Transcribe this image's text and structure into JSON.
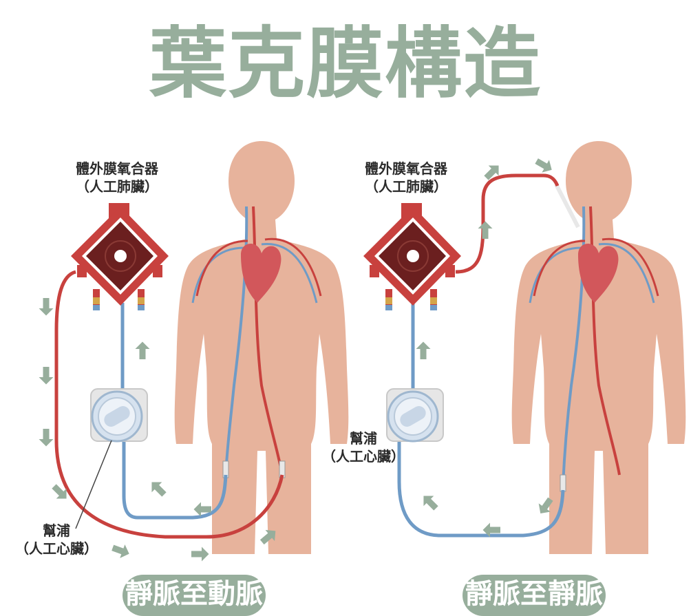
{
  "title": "葉克膜構造",
  "left_panel": {
    "oxygenator_label_line1": "體外膜氧合器",
    "oxygenator_label_line2": "（人工肺臟）",
    "pump_label_line1": "幫浦",
    "pump_label_line2": "（人工心臟）",
    "mode_label": "靜脈至動脈"
  },
  "right_panel": {
    "oxygenator_label_line1": "體外膜氧合器",
    "oxygenator_label_line2": "（人工肺臟）",
    "pump_label_line1": "幫浦",
    "pump_label_line2": "（人工心臟）",
    "mode_label": "靜脈至靜脈"
  },
  "colors": {
    "title": "#97ae9c",
    "body": "#e7b39c",
    "artery": "#c8413e",
    "vein": "#6f9bc6",
    "arrow": "#97ae9c",
    "oxygenator_frame": "#c8413e",
    "oxygenator_core": "#6b1f1f",
    "pill_bg": "#97ae9c"
  }
}
